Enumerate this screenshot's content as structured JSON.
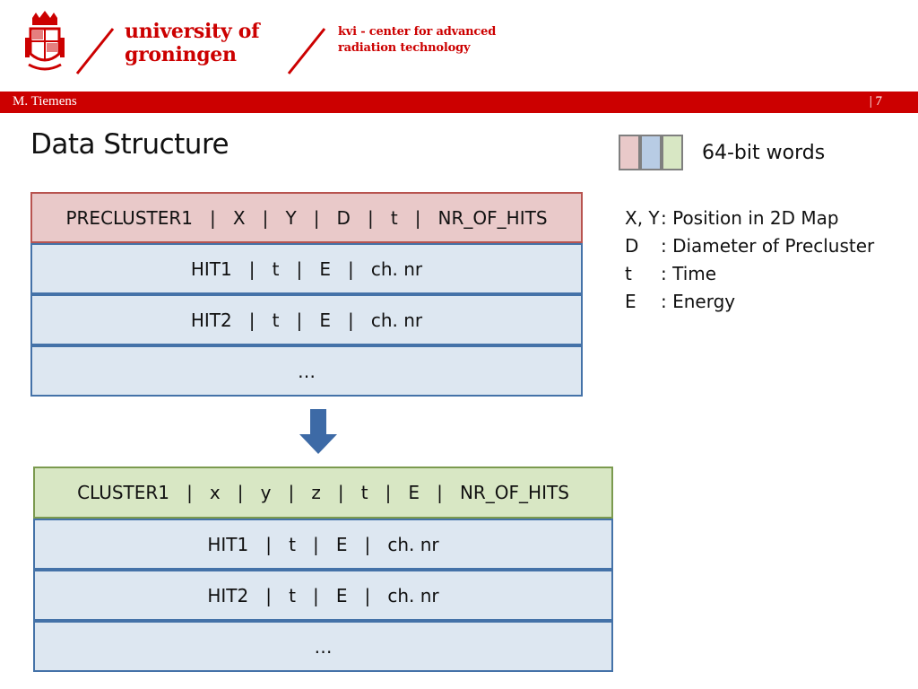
{
  "header": {
    "university_line1": "university of",
    "university_line2": "groningen",
    "kvi_line1": "kvi - center for advanced",
    "kvi_line2": "radiation technology"
  },
  "bar": {
    "author": "M. Tiemens",
    "slide_number": "| 7"
  },
  "title": "Data Structure",
  "legend": {
    "label": "64-bit words",
    "colors": [
      "#e9c9c9",
      "#b8cce4",
      "#d8e7c4"
    ]
  },
  "definitions": [
    {
      "key": "X, Y",
      "desc": ": Position in 2D Map"
    },
    {
      "key": "D",
      "desc": ": Diameter of Precluster"
    },
    {
      "key": "t",
      "desc": ": Time"
    },
    {
      "key": "E",
      "desc": ": Energy"
    }
  ],
  "precluster_table": {
    "header": "PRECLUSTER1   |   X   |   Y   |   D   |   t   |   NR_OF_HITS",
    "rows": [
      "HIT1   |   t   |   E   |   ch. nr",
      "HIT2   |   t   |   E   |   ch. nr",
      "…"
    ]
  },
  "cluster_table": {
    "header": "CLUSTER1   |   x   |   y   |   z   |   t   |   E   |   NR_OF_HITS",
    "rows": [
      "HIT1   |   t   |   E   |   ch. nr",
      "HIT2   |   t   |   E   |   ch. nr",
      "…"
    ]
  },
  "colors": {
    "brand_red": "#cc0000",
    "row_blue": "#dde7f1",
    "border_blue": "#4472a8",
    "precluster_red": "#e9c9c9",
    "cluster_green": "#d8e7c4",
    "arrow_blue": "#3d6aa6"
  }
}
